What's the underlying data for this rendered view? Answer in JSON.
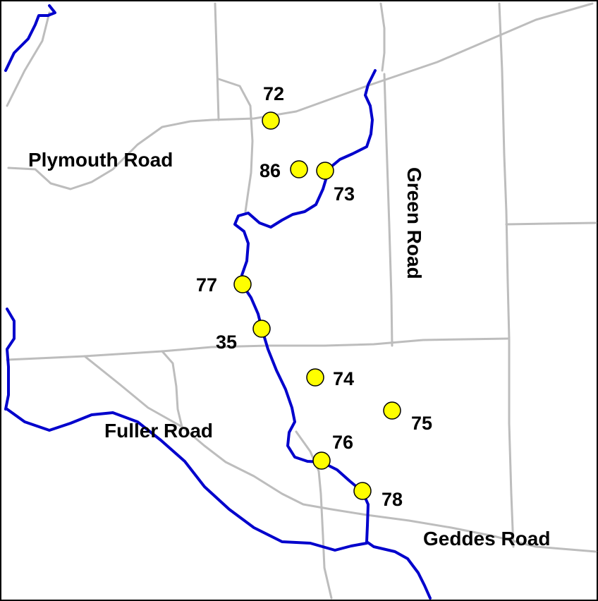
{
  "map": {
    "colors": {
      "background": "#ffffff",
      "road": "#bdbdbd",
      "river": "#0000cc",
      "site_fill": "#ffff00",
      "site_stroke": "#000000",
      "frame": "#000000"
    },
    "road_labels": {
      "plymouth": "Plymouth Road",
      "green": "Green Road",
      "fuller": "Fuller Road",
      "geddes": "Geddes Road"
    },
    "sites": {
      "s72": "72",
      "s86": "86",
      "s73": "73",
      "s77": "77",
      "s35": "35",
      "s74": "74",
      "s75": "75",
      "s76": "76",
      "s78": "78"
    }
  }
}
